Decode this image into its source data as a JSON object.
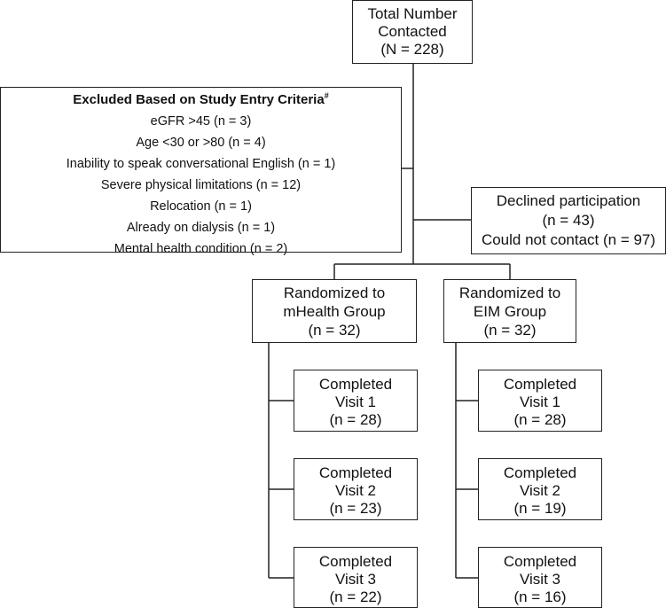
{
  "total": {
    "line1": "Total Number",
    "line2": "Contacted",
    "line3": "(N = 228)"
  },
  "excluded": {
    "title": "Excluded Based on Study Entry Criteria",
    "title_mark": "#",
    "items": [
      "eGFR >45 (n = 3)",
      "Age <30 or >80  (n = 4)",
      "Inability to speak conversational English (n = 1)",
      "Severe physical limitations (n = 12)",
      "Relocation (n = 1)",
      "Already on dialysis (n = 1)",
      "Mental health condition (n = 2)"
    ]
  },
  "declined": {
    "line1": "Declined participation",
    "line2": "(n = 43)",
    "line3": "Could not contact (n = 97)"
  },
  "groups": [
    {
      "line1": "Randomized to",
      "line2": "mHealth Group",
      "n": "(n = 32)",
      "visits": [
        {
          "line1": "Completed",
          "line2": "Visit 1",
          "n": "(n = 28)"
        },
        {
          "line1": "Completed",
          "line2": "Visit 2",
          "n": "(n = 23)"
        },
        {
          "line1": "Completed",
          "line2": "Visit 3",
          "n": "(n = 22)"
        }
      ]
    },
    {
      "line1": "Randomized to",
      "line2": "EIM Group",
      "n": "(n = 32)",
      "visits": [
        {
          "line1": "Completed",
          "line2": "Visit 1",
          "n": "(n = 28)"
        },
        {
          "line1": "Completed",
          "line2": "Visit 2",
          "n": "(n = 19)"
        },
        {
          "line1": "Completed",
          "line2": "Visit 3",
          "n": "(n = 16)"
        }
      ]
    }
  ]
}
